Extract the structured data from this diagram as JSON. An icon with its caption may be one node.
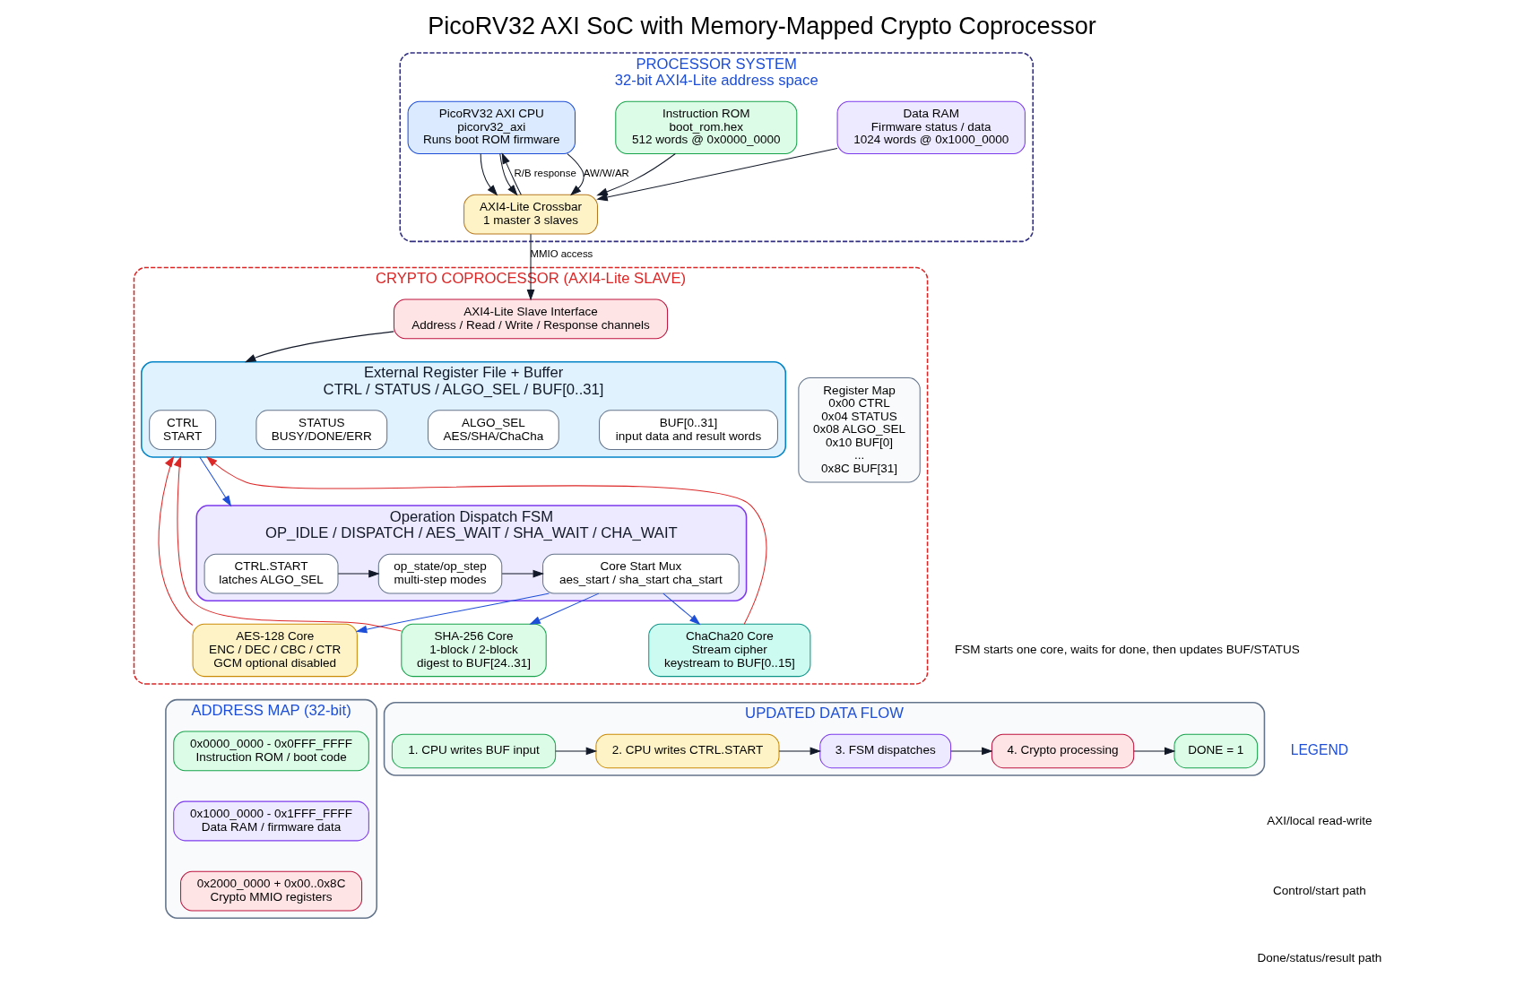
{
  "diagram": {
    "title": "PicoRV32 AXI SoC with Memory-Mapped Crypto Coprocessor",
    "nodes": [
      {
        "text": [
          "PROCESSOR SYSTEM",
          "32-bit AXI4-Lite address space"
        ]
      },
      {
        "text": [
          "PicoRV32 AXI CPU",
          "picorv32_axi",
          "Runs boot ROM firmware"
        ],
        "in": 0
      },
      {
        "text": [
          "AXI4-Lite Crossbar",
          "1 master 3 slaves"
        ],
        "in": 0
      },
      {
        "text": [
          "Instruction ROM",
          "boot_rom.hex",
          "512 words @ 0x0000_0000"
        ],
        "in": 0
      },
      {
        "text": [
          "Data RAM",
          "Firmware status / data",
          "1024 words @ 0x1000_0000"
        ],
        "in": 0
      },
      {
        "text": [
          "CRYPTO COPROCESSOR (AXI4-Lite SLAVE)"
        ]
      },
      {
        "text": [
          "AXI4-Lite Slave Interface",
          "Address / Read / Write / Response channels"
        ],
        "in": 5
      },
      {
        "text": [
          "External Register File + Buffer",
          "CTRL / STATUS / ALGO_SEL / BUF[0..31]"
        ],
        "in": 5
      },
      {
        "text": [
          "CTRL",
          "START"
        ],
        "in": 7
      },
      {
        "text": [
          "STATUS",
          "BUSY/DONE/ERR"
        ],
        "in": 7
      },
      {
        "text": [
          "ALGO_SEL",
          "AES/SHA/ChaCha"
        ],
        "in": 7
      },
      {
        "text": [
          "BUF[0..31]",
          "input data and result words"
        ],
        "in": 7
      },
      {
        "text": [
          "Operation Dispatch FSM",
          "OP_IDLE / DISPATCH / AES_WAIT / SHA_WAIT / CHA_WAIT"
        ],
        "in": 5
      },
      {
        "text": [
          "CTRL.START",
          "latches ALGO_SEL"
        ],
        "in": 12
      },
      {
        "text": [
          "op_state/op_step",
          "multi-step modes"
        ],
        "in": 12
      },
      {
        "text": [
          "Core Start Mux",
          "aes_start / sha_start cha_start"
        ],
        "in": 12
      },
      {
        "text": [
          "AES-128 Core",
          "ENC / DEC / CBC / CTR",
          "GCM optional disabled"
        ],
        "in": 5
      },
      {
        "text": [
          "SHA-256 Core",
          "1-block / 2-block",
          "digest to BUF[24..31]"
        ],
        "in": 5
      },
      {
        "text": [
          "ChaCha20 Core",
          "Stream cipher",
          "keystream to BUF[0..15]"
        ],
        "in": 5
      },
      {
        "text": [
          "Register Map",
          "0x00 CTRL",
          "0x04 STATUS",
          "0x08 ALGO_SEL",
          "0x10 BUF[0]",
          "...",
          "0x8C BUF[31]"
        ],
        "in": 5
      },
      {
        "text": [
          "ADDRESS MAP (32-bit)"
        ]
      },
      {
        "text": [
          "0x0000_0000 - 0x0FFF_FFFF",
          "Instruction ROM / boot code"
        ],
        "in": 20
      },
      {
        "text": [
          "0x1000_0000 - 0x1FFF_FFFF",
          "Data RAM / firmware data"
        ],
        "in": 20
      },
      {
        "text": [
          "0x2000_0000 + 0x00..0x8C",
          "Crypto MMIO registers"
        ],
        "in": 20
      },
      {
        "text": [
          "UPDATED DATA FLOW"
        ]
      },
      {
        "text": [
          "1. CPU writes BUF input"
        ],
        "in": 24
      },
      {
        "text": [
          "2. CPU writes CTRL.START"
        ],
        "in": 24
      },
      {
        "text": [
          "3. FSM dispatches"
        ],
        "in": 24
      },
      {
        "text": [
          "4. Crypto processing"
        ],
        "in": 24
      },
      {
        "text": [
          "DONE = 1"
        ],
        "in": 24
      }
    ],
    "edges": [
      {
        "from": 1,
        "to": 2,
        "arrow": "to",
        "label": "AW/W/AR"
      },
      {
        "from": 1,
        "to": 2,
        "arrow": "to"
      },
      {
        "from": 1,
        "to": 2,
        "arrow": "to"
      },
      {
        "from": 2,
        "to": 1,
        "arrow": "to",
        "label": "R/B response"
      },
      {
        "from": 2,
        "to": 6,
        "arrow": "to",
        "label": "MMIO access"
      },
      {
        "from": 3,
        "to": 2,
        "arrow": "to"
      },
      {
        "from": 4,
        "to": 2,
        "arrow": "to"
      },
      {
        "from": 6,
        "to": 7,
        "arrow": "to"
      },
      {
        "from": 7,
        "to": 12,
        "arrow": "to",
        "color": "#1d4ed8"
      },
      {
        "from": 13,
        "to": 14,
        "arrow": "to"
      },
      {
        "from": 14,
        "to": 15,
        "arrow": "to"
      },
      {
        "from": 15,
        "to": 16,
        "arrow": "to",
        "color": "#1d4ed8"
      },
      {
        "from": 15,
        "to": 17,
        "arrow": "to",
        "color": "#1d4ed8"
      },
      {
        "from": 15,
        "to": 18,
        "arrow": "to",
        "color": "#1d4ed8"
      },
      {
        "from": 16,
        "to": 7,
        "arrow": "to",
        "color": "#dc2626"
      },
      {
        "from": 17,
        "to": 7,
        "arrow": "to",
        "color": "#dc2626"
      },
      {
        "from": 18,
        "to": 7,
        "arrow": "to",
        "color": "#dc2626"
      },
      {
        "from": 25,
        "to": 26,
        "arrow": "to"
      },
      {
        "from": 26,
        "to": 27,
        "arrow": "to"
      },
      {
        "from": 27,
        "to": 28,
        "arrow": "to"
      },
      {
        "from": 28,
        "to": 29,
        "arrow": "to"
      }
    ],
    "labels": [
      "FSM starts one core, waits for done, then updates BUF/STATUS",
      "LEGEND"
    ],
    "legend": [
      {
        "text": "AXI/local read-write"
      },
      {
        "text": "Control/start path"
      },
      {
        "text": "Done/status/result path"
      }
    ]
  }
}
